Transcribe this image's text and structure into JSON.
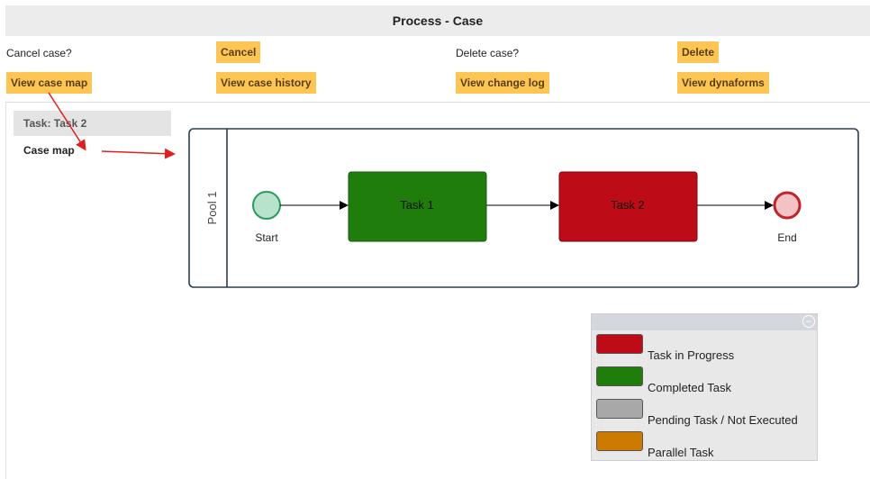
{
  "header": {
    "title": "Process - Case"
  },
  "actions": {
    "cancel_prompt": "Cancel case?",
    "cancel_label": "Cancel",
    "delete_prompt": "Delete case?",
    "delete_label": "Delete",
    "view_case_map": "View case map",
    "view_case_history": "View case history",
    "view_change_log": "View change log",
    "view_dynaforms": "View dynaforms"
  },
  "sidebar": {
    "task_header": "Task: Task 2",
    "case_map_link": "Case map"
  },
  "diagram": {
    "pool_label": "Pool 1",
    "start_label": "Start",
    "end_label": "End",
    "tasks": [
      {
        "label": "Task 1",
        "status": "completed",
        "color": "#1e7d0b"
      },
      {
        "label": "Task 2",
        "status": "in-progress",
        "color": "#bd0b17"
      }
    ]
  },
  "legend": {
    "items": [
      {
        "label": "Task in Progress",
        "color": "#bd0b17"
      },
      {
        "label": "Completed Task",
        "color": "#1e7d0b"
      },
      {
        "label": "Pending Task / Not Executed",
        "color": "#a8a8a8"
      },
      {
        "label": "Parallel Task",
        "color": "#cc7a00"
      }
    ]
  },
  "colors": {
    "button_bg": "#fcc554",
    "annotation_arrow": "#e02020",
    "start_event": "#b7e2cc",
    "end_event": "#f2c2c4"
  }
}
